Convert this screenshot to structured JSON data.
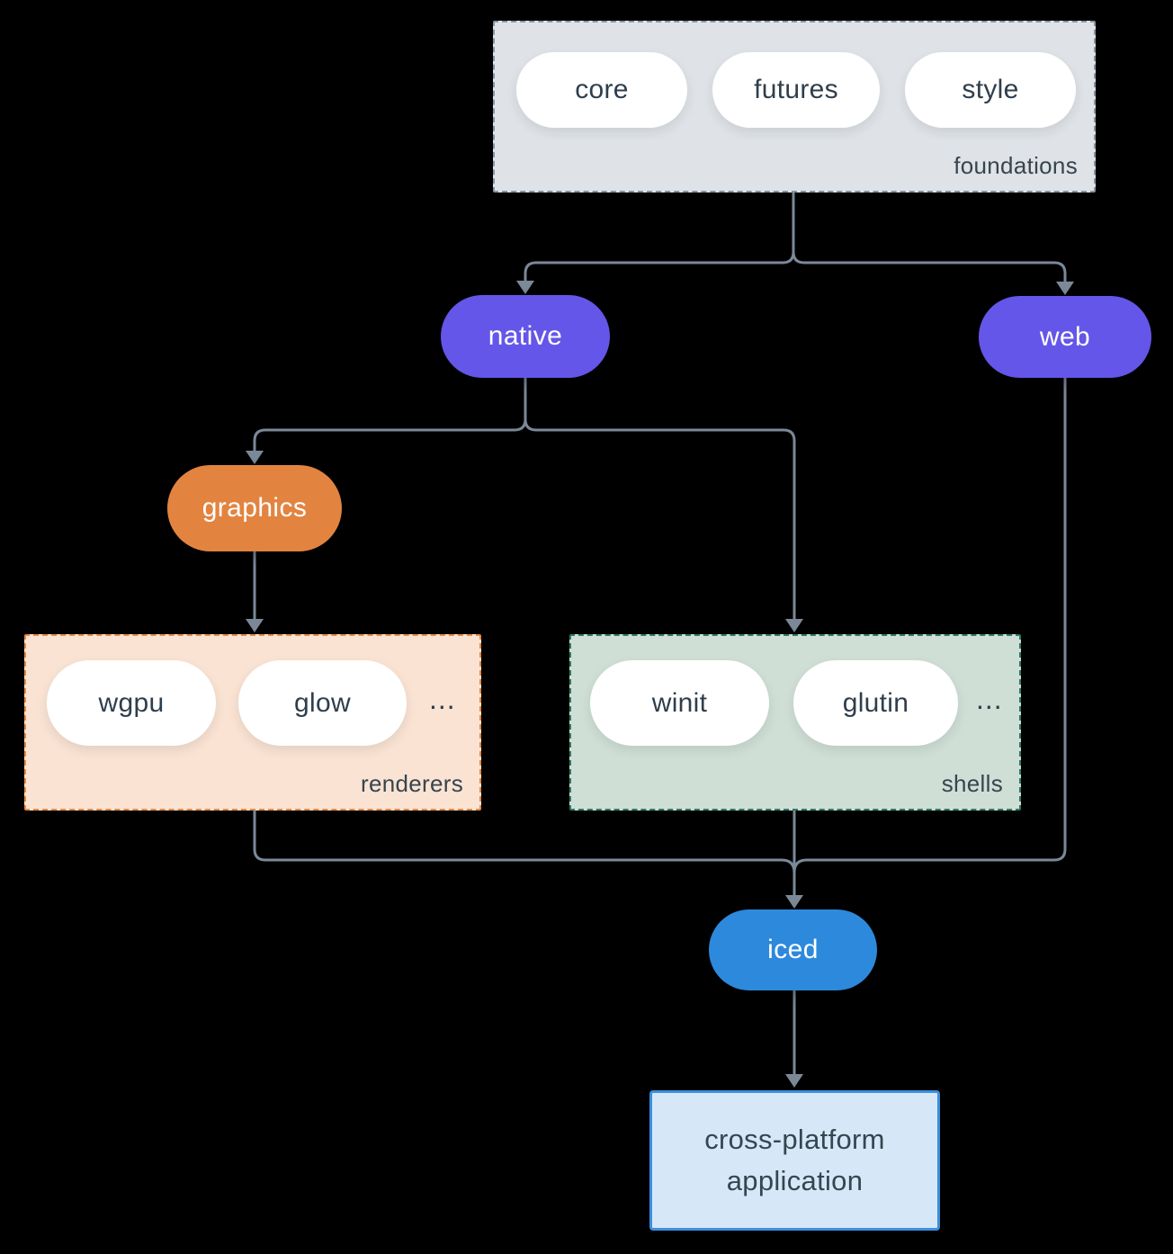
{
  "colors": {
    "background": "#000000",
    "connector": "#7b8898",
    "pill_text": "#2f3e4c",
    "label_text": "#36454f",
    "white_pill_bg": "#ffffff",
    "purple": "#6456e8",
    "orange": "#e28440",
    "blue": "#2d89dc",
    "foundations_bg": "#dfe3e7",
    "foundations_border": "#8694a4",
    "renderers_bg": "#fae3d3",
    "renderers_border": "#e78a43",
    "shells_bg": "#cfdfd6",
    "shells_border": "#2f7a68",
    "app_bg": "#d6e8f8",
    "app_border": "#3c8ede"
  },
  "nodes": {
    "foundations": {
      "label": "foundations",
      "pills": [
        "core",
        "futures",
        "style"
      ]
    },
    "native": {
      "label": "native"
    },
    "web": {
      "label": "web"
    },
    "graphics": {
      "label": "graphics"
    },
    "renderers": {
      "label": "renderers",
      "pills": [
        "wgpu",
        "glow"
      ],
      "ellipsis": "..."
    },
    "shells": {
      "label": "shells",
      "pills": [
        "winit",
        "glutin"
      ],
      "ellipsis": "..."
    },
    "iced": {
      "label": "iced"
    },
    "application": {
      "label_line1": "cross-platform",
      "label_line2": "application"
    }
  }
}
